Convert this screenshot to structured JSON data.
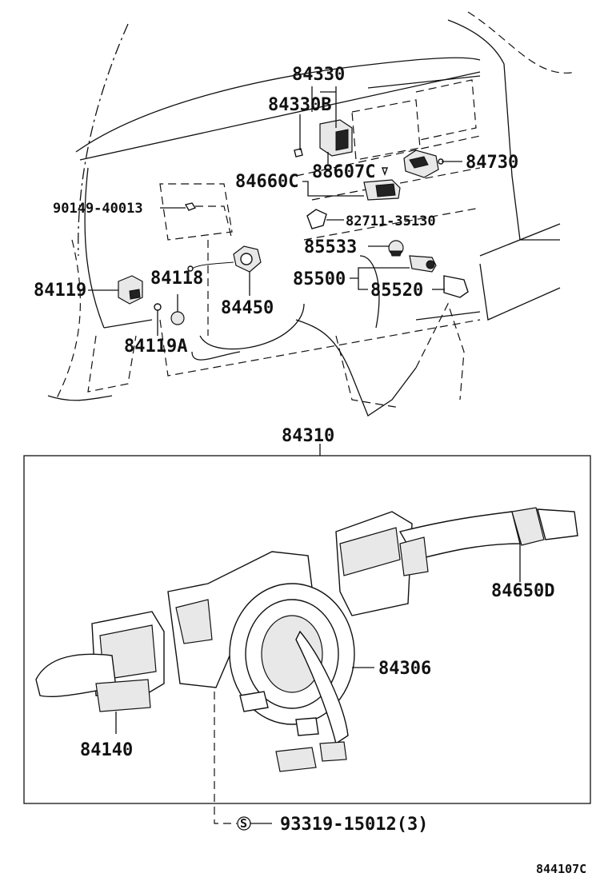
{
  "labels": {
    "p84330": "84330",
    "p84330B": "84330B",
    "p88607C": "88607C",
    "p84730": "84730",
    "p84660C": "84660C",
    "p90149": "90149-40013",
    "p82711": "82711-35130",
    "p85533": "85533",
    "p85500": "85500",
    "p85520": "85520",
    "p84119": "84119",
    "p84118": "84118",
    "p84450": "84450",
    "p84119A": "84119A",
    "p84310": "84310",
    "p84650D": "84650D",
    "p84306": "84306",
    "p84140": "84140",
    "screw_symbol": "S",
    "p93319": "93319-15012(3)",
    "figure_code": "844107C"
  }
}
